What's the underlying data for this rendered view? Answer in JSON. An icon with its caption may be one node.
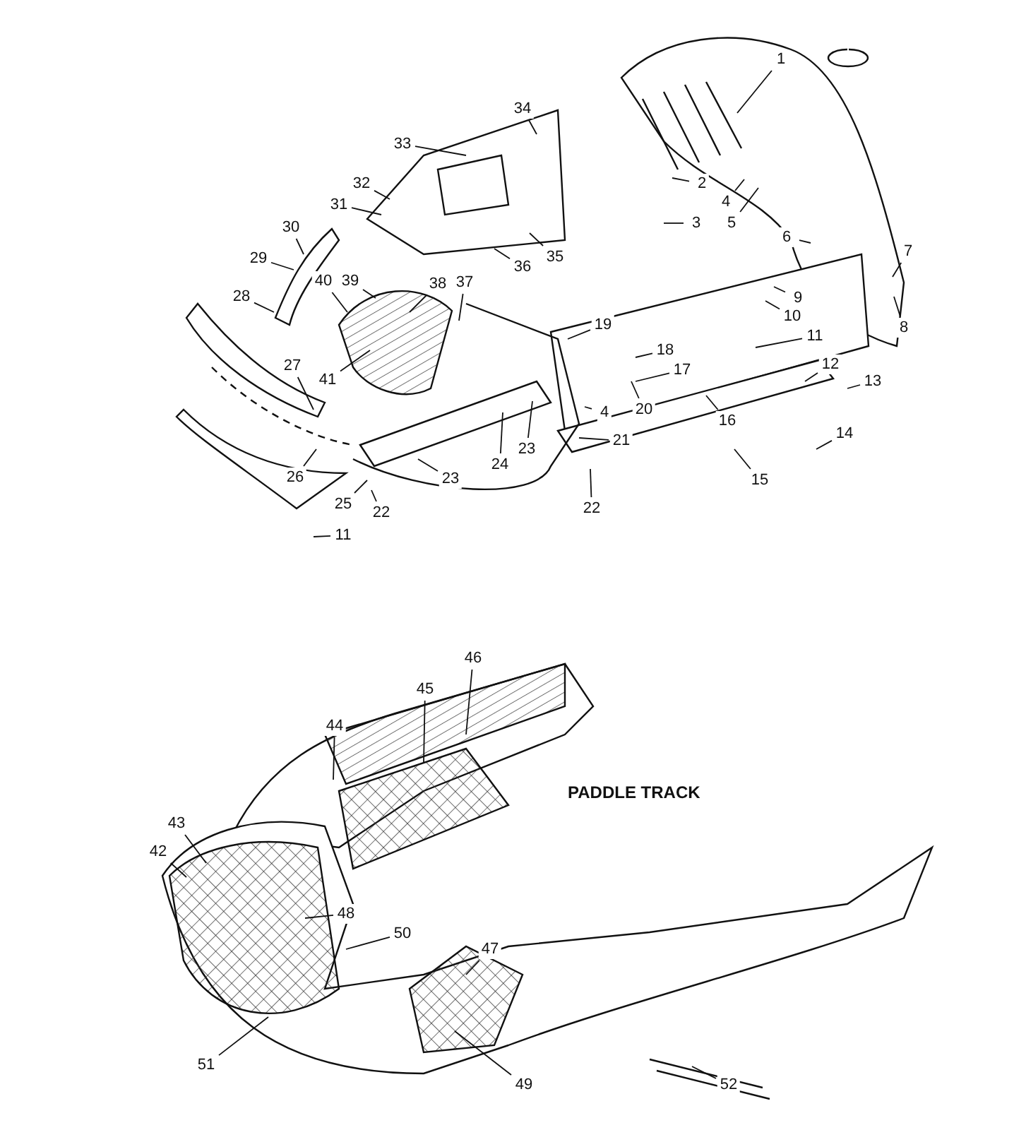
{
  "diagram": {
    "nodes": [
      {
        "text": [
          "1"
        ]
      },
      {
        "text": [
          "2"
        ]
      },
      {
        "text": [
          "3"
        ]
      },
      {
        "text": [
          "4"
        ]
      },
      {
        "text": [
          "5"
        ]
      },
      {
        "text": [
          "6"
        ]
      },
      {
        "text": [
          "7"
        ]
      },
      {
        "text": [
          "8"
        ]
      },
      {
        "text": [
          "9"
        ]
      },
      {
        "text": [
          "10"
        ]
      },
      {
        "text": [
          "11"
        ]
      },
      {
        "text": [
          "12"
        ]
      },
      {
        "text": [
          "13"
        ]
      },
      {
        "text": [
          "14"
        ]
      },
      {
        "text": [
          "15"
        ]
      },
      {
        "text": [
          "16"
        ]
      },
      {
        "text": [
          "17"
        ]
      },
      {
        "text": [
          "18"
        ]
      },
      {
        "text": [
          "19"
        ]
      },
      {
        "text": [
          "20"
        ]
      },
      {
        "text": [
          "21"
        ]
      },
      {
        "text": [
          "22"
        ]
      },
      {
        "text": [
          "4"
        ]
      },
      {
        "text": [
          "23"
        ]
      },
      {
        "text": [
          "24"
        ]
      },
      {
        "text": [
          "23"
        ]
      },
      {
        "text": [
          "22"
        ]
      },
      {
        "text": [
          "25"
        ]
      },
      {
        "text": [
          "26"
        ]
      },
      {
        "text": [
          "11"
        ]
      },
      {
        "text": [
          "27"
        ]
      },
      {
        "text": [
          "28"
        ]
      },
      {
        "text": [
          "29"
        ]
      },
      {
        "text": [
          "30"
        ]
      },
      {
        "text": [
          "31"
        ]
      },
      {
        "text": [
          "32"
        ]
      },
      {
        "text": [
          "33"
        ]
      },
      {
        "text": [
          "34"
        ]
      },
      {
        "text": [
          "35"
        ]
      },
      {
        "text": [
          "36"
        ]
      },
      {
        "text": [
          "37"
        ]
      },
      {
        "text": [
          "38"
        ]
      },
      {
        "text": [
          "39"
        ]
      },
      {
        "text": [
          "40"
        ]
      },
      {
        "text": [
          "41"
        ]
      },
      {
        "text": [
          "44"
        ]
      },
      {
        "text": [
          "45"
        ]
      },
      {
        "text": [
          "46"
        ]
      },
      {
        "text": [
          "43"
        ]
      },
      {
        "text": [
          "42"
        ]
      },
      {
        "text": [
          "48"
        ]
      },
      {
        "text": [
          "50"
        ]
      },
      {
        "text": [
          "47"
        ]
      },
      {
        "text": [
          "49"
        ]
      },
      {
        "text": [
          "51"
        ]
      },
      {
        "text": [
          "52"
        ]
      }
    ],
    "edges": [
      {
        "from": 0,
        "to": null,
        "arrow": "none"
      },
      {
        "from": 1,
        "to": null,
        "arrow": "none"
      },
      {
        "from": 2,
        "to": null,
        "arrow": "none"
      },
      {
        "from": 3,
        "to": null,
        "arrow": "none"
      },
      {
        "from": 4,
        "to": null,
        "arrow": "none"
      },
      {
        "from": 5,
        "to": null,
        "arrow": "none"
      },
      {
        "from": 6,
        "to": null,
        "arrow": "none"
      },
      {
        "from": 7,
        "to": null,
        "arrow": "none"
      },
      {
        "from": 8,
        "to": null,
        "arrow": "none"
      },
      {
        "from": 9,
        "to": null,
        "arrow": "none"
      },
      {
        "from": 10,
        "to": null,
        "arrow": "none"
      },
      {
        "from": 11,
        "to": null,
        "arrow": "none"
      },
      {
        "from": 12,
        "to": null,
        "arrow": "none"
      },
      {
        "from": 13,
        "to": null,
        "arrow": "none"
      },
      {
        "from": 14,
        "to": null,
        "arrow": "none"
      },
      {
        "from": 15,
        "to": null,
        "arrow": "none"
      },
      {
        "from": 16,
        "to": null,
        "arrow": "none"
      },
      {
        "from": 17,
        "to": null,
        "arrow": "none"
      },
      {
        "from": 18,
        "to": null,
        "arrow": "none"
      },
      {
        "from": 19,
        "to": null,
        "arrow": "none"
      },
      {
        "from": 20,
        "to": null,
        "arrow": "none"
      },
      {
        "from": 21,
        "to": null,
        "arrow": "none"
      },
      {
        "from": 22,
        "to": null,
        "arrow": "none"
      },
      {
        "from": 23,
        "to": null,
        "arrow": "none"
      },
      {
        "from": 24,
        "to": null,
        "arrow": "none"
      },
      {
        "from": 25,
        "to": null,
        "arrow": "none"
      },
      {
        "from": 26,
        "to": null,
        "arrow": "none"
      },
      {
        "from": 27,
        "to": null,
        "arrow": "none"
      },
      {
        "from": 28,
        "to": null,
        "arrow": "none"
      },
      {
        "from": 29,
        "to": null,
        "arrow": "none"
      },
      {
        "from": 30,
        "to": null,
        "arrow": "none"
      },
      {
        "from": 31,
        "to": null,
        "arrow": "none"
      },
      {
        "from": 32,
        "to": null,
        "arrow": "none"
      },
      {
        "from": 33,
        "to": null,
        "arrow": "none"
      },
      {
        "from": 34,
        "to": null,
        "arrow": "none"
      },
      {
        "from": 35,
        "to": null,
        "arrow": "none"
      },
      {
        "from": 36,
        "to": null,
        "arrow": "none"
      },
      {
        "from": 37,
        "to": null,
        "arrow": "none"
      },
      {
        "from": 38,
        "to": null,
        "arrow": "none"
      },
      {
        "from": 39,
        "to": null,
        "arrow": "none"
      },
      {
        "from": 40,
        "to": null,
        "arrow": "none"
      },
      {
        "from": 41,
        "to": null,
        "arrow": "none"
      },
      {
        "from": 42,
        "to": null,
        "arrow": "none"
      },
      {
        "from": 43,
        "to": null,
        "arrow": "none"
      },
      {
        "from": 44,
        "to": null,
        "arrow": "none"
      },
      {
        "from": 45,
        "to": null,
        "arrow": "none"
      },
      {
        "from": 46,
        "to": null,
        "arrow": "none"
      },
      {
        "from": 47,
        "to": null,
        "arrow": "none"
      },
      {
        "from": 48,
        "to": null,
        "arrow": "none"
      },
      {
        "from": 49,
        "to": null,
        "arrow": "none"
      },
      {
        "from": 50,
        "to": null,
        "arrow": "none"
      },
      {
        "from": 51,
        "to": null,
        "arrow": "none"
      },
      {
        "from": 52,
        "to": null,
        "arrow": "none"
      },
      {
        "from": 53,
        "to": null,
        "arrow": "none"
      },
      {
        "from": 54,
        "to": null,
        "arrow": "none"
      },
      {
        "from": 55,
        "to": null,
        "arrow": "none"
      }
    ],
    "labels": [
      "PADDLE TRACK"
    ]
  }
}
